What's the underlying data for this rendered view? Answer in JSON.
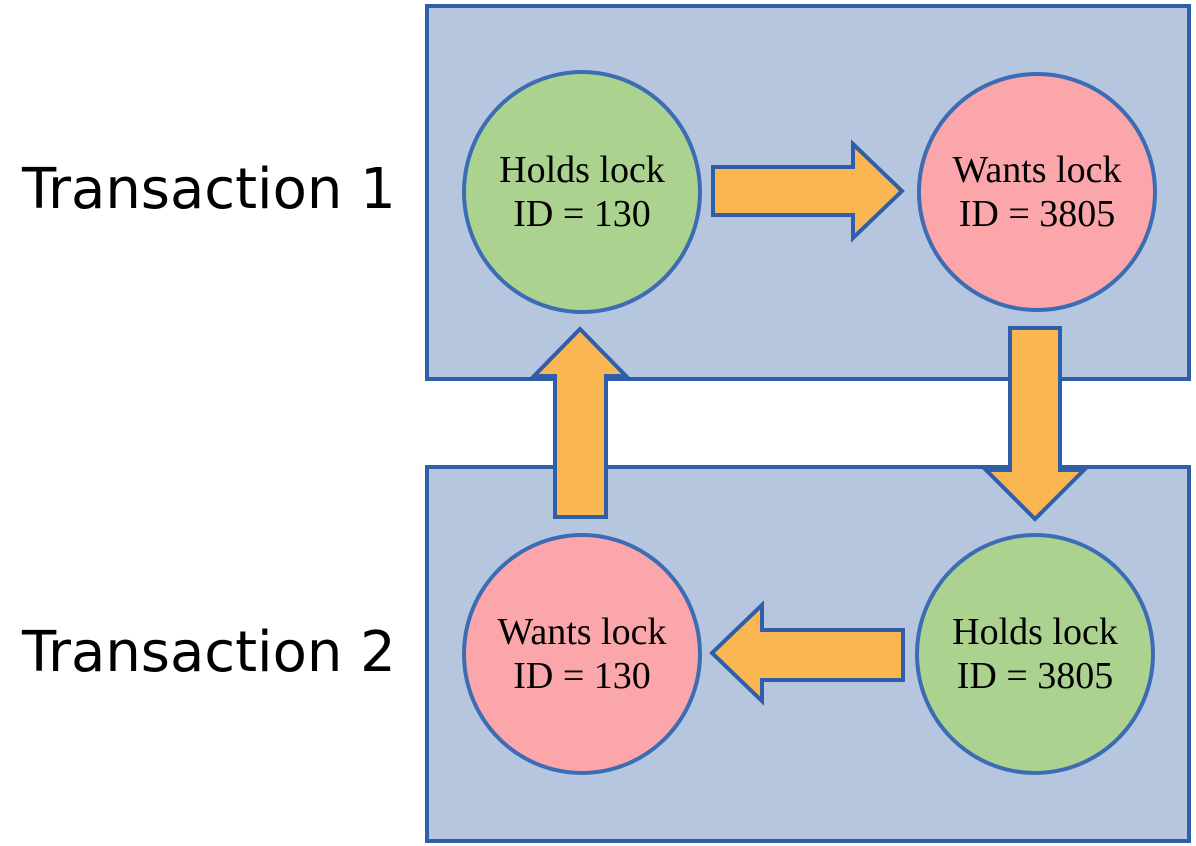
{
  "diagram": {
    "transactions": [
      {
        "label": "Transaction 1"
      },
      {
        "label": "Transaction 2"
      }
    ],
    "nodes": [
      {
        "line1": "Holds lock",
        "line2": "ID = 130",
        "kind": "holds",
        "transaction": "Transaction 1"
      },
      {
        "line1": "Wants lock",
        "line2": "ID = 3805",
        "kind": "wants",
        "transaction": "Transaction 1"
      },
      {
        "line1": "Wants lock",
        "line2": "ID = 130",
        "kind": "wants",
        "transaction": "Transaction 2"
      },
      {
        "line1": "Holds lock",
        "line2": "ID = 3805",
        "kind": "holds",
        "transaction": "Transaction 2"
      }
    ],
    "arrows": [
      {
        "name": "t1-holds-130-to-t1-wants-3805",
        "direction": "right"
      },
      {
        "name": "t1-wants-3805-to-t2-holds-3805",
        "direction": "down"
      },
      {
        "name": "t2-holds-3805-to-t2-wants-130",
        "direction": "left"
      },
      {
        "name": "t2-wants-130-to-t1-holds-130",
        "direction": "up"
      }
    ],
    "colors": {
      "box_fill": "#b5c6de",
      "box_border": "#2e5fa8",
      "holds_fill": "#abd38f",
      "wants_fill": "#fba6aa",
      "node_border": "#3b6cb4",
      "arrow_fill": "#fab652",
      "arrow_border": "#2e5fa8",
      "text": "#000000"
    }
  }
}
